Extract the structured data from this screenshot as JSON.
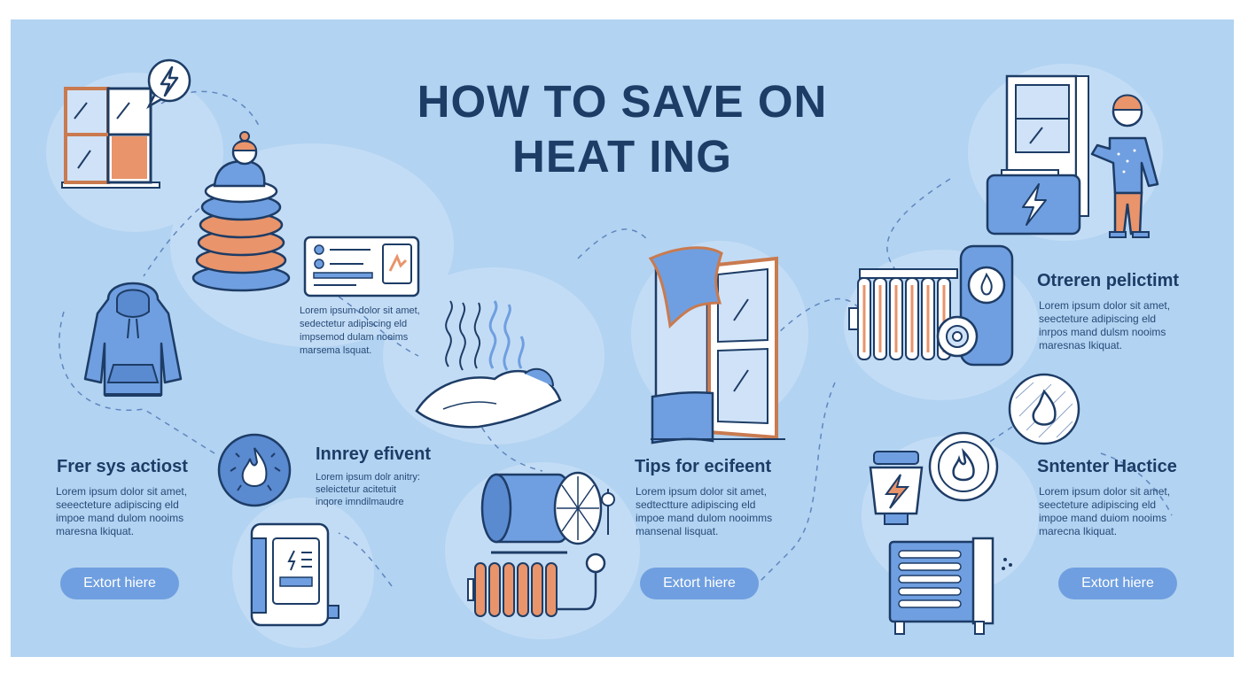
{
  "title": {
    "line1": "HOW TO SAVE ON",
    "line2": "HEAT ING"
  },
  "colors": {
    "navy": "#1d3c66",
    "background": "#b2d3f1",
    "accent_blue": "#6f9fe0",
    "accent_orange": "#e9946b",
    "button_text": "#ffffff"
  },
  "sections": [
    {
      "heading": "Frer sys actiost",
      "body": [
        "Lorem ipsum dolor sit amet,",
        "seeecteture adipiscing eld",
        "impoe mand dulom nooims",
        "maresna lkiquat."
      ],
      "button": "Extort hiere"
    },
    {
      "heading": "Innrey efivent",
      "body": [
        "Lorem ipsum dolr anitry:",
        "seleictetur acitetuit",
        "inqore imndilmaudre"
      ]
    },
    {
      "heading": "Tips for ecifeent",
      "body": [
        "Lorem ipsum dolor sit amet,",
        "sedtectture adipiscing eld",
        "impoe mand dulom nooimms",
        "mansenal lisquat."
      ],
      "button": "Extort hiere"
    },
    {
      "heading": "Otreren pelictimt",
      "body": [
        "Lorem ipsum dolor sit amet,",
        "seecteture adipiscing eld",
        "inrpos mand dulsm nooims",
        "maresnas lkiquat."
      ]
    },
    {
      "heading": "Sntenter Hactice",
      "body": [
        "Lorem ipsum dolor sit amet,",
        "seecteture adipiscing eld",
        "impoe mand duiom nooims",
        "marecna lkiquat."
      ],
      "button": "Extort hiere"
    }
  ],
  "card_note": {
    "body": [
      "Lorem ipsum dolor sit amet,",
      "sedectetur adipiscing eld",
      "impsemod dulam nooims",
      "marsema lsquat."
    ]
  },
  "icons": [
    "window-icon",
    "lightning-speech-icon",
    "blanket-person-icon",
    "info-card-icon",
    "hoodie-icon",
    "heat-waves-icon",
    "flame-badge-icon",
    "boiler-panel-icon",
    "open-window-icon",
    "pipe-heater-icon",
    "person-door-icon",
    "battery-icon",
    "thermostat-radiator-icon",
    "flame-circle-icon",
    "thermostat-dial-icon",
    "lightning-jar-icon",
    "radiator-icon"
  ]
}
